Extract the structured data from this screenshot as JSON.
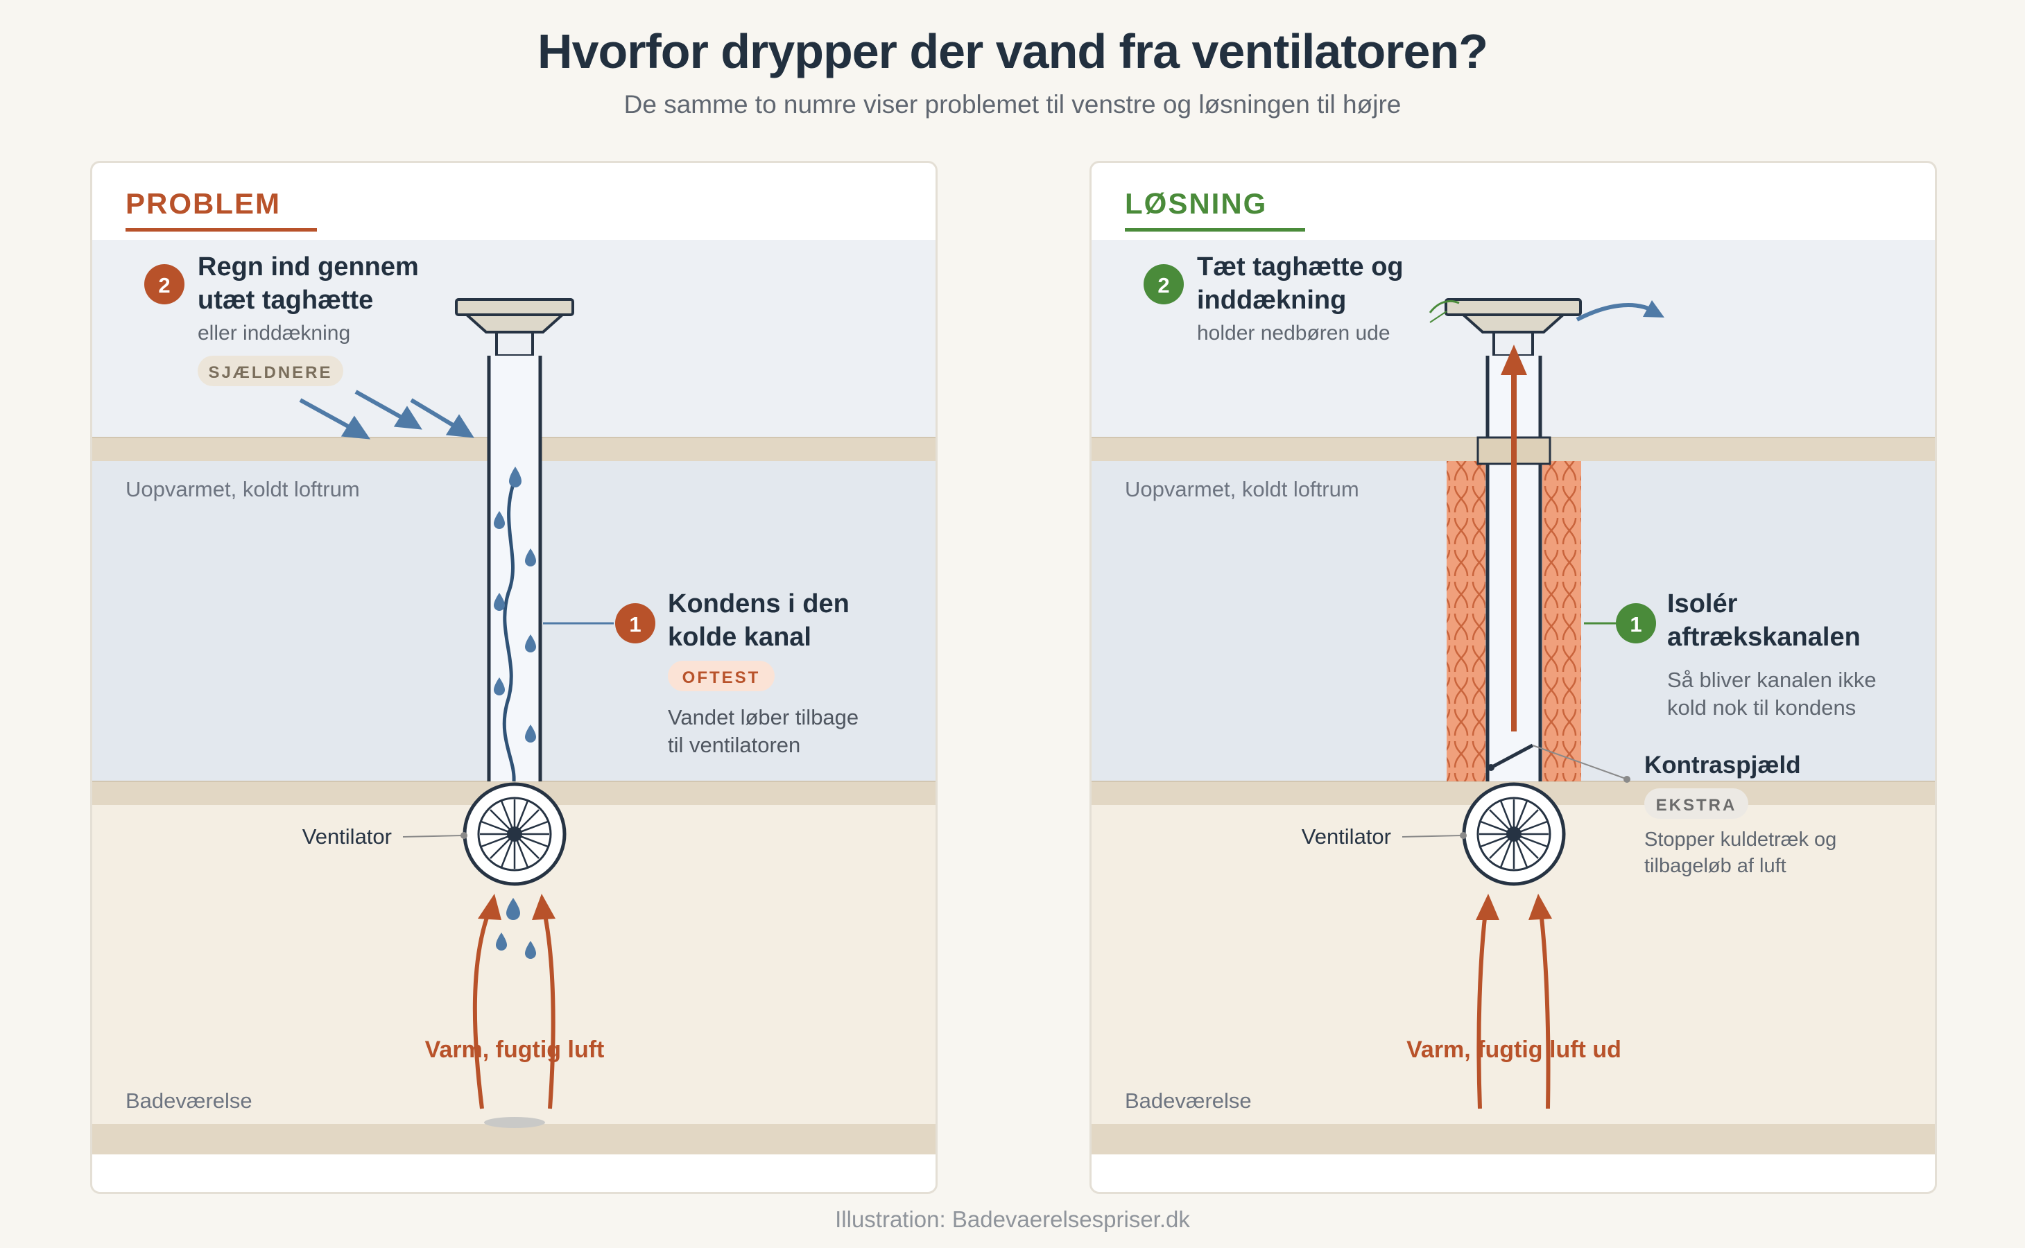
{
  "title": "Hvorfor drypper der vand fra ventilatoren?",
  "subtitle": "De samme to numre viser problemet til venstre og løsningen til højre",
  "footer": "Illustration: Badevaerelsespriser.dk",
  "colors": {
    "problem": "#b8522a",
    "solution": "#4a8b3a",
    "water": "#4f7aa6",
    "sky": "#edf0f4",
    "attic": "#e3e8ee",
    "room": "#f4eee3",
    "floor": "#e2d7c4",
    "insulation": "#f0a07c"
  },
  "left": {
    "heading": "PROBLEM",
    "item2": {
      "number": "2",
      "title_line1": "Regn ind gennem",
      "title_line2": "utæt taghætte",
      "desc": "eller inddækning",
      "badge": "SJÆLDNERE"
    },
    "item1": {
      "number": "1",
      "title_line1": "Kondens i den",
      "title_line2": "kolde kanal",
      "badge": "OFTEST",
      "desc_line1": "Vandet løber tilbage",
      "desc_line2": "til ventilatoren"
    },
    "attic_label": "Uopvarmet, koldt loftrum",
    "ventilator_label": "Ventilator",
    "air_label": "Varm, fugtig luft",
    "room_label": "Badeværelse"
  },
  "right": {
    "heading": "LØSNING",
    "item2": {
      "number": "2",
      "title_line1": "Tæt taghætte og",
      "title_line2": "inddækning",
      "desc": "holder nedbøren ude"
    },
    "item1": {
      "number": "1",
      "title_line1": "Isolér",
      "title_line2": "aftrækskanalen",
      "desc_line1": "Så bliver kanalen ikke",
      "desc_line2": "kold nok til kondens"
    },
    "damper": {
      "title": "Kontraspjæld",
      "badge": "EKSTRA",
      "desc_line1": "Stopper kuldetræk og",
      "desc_line2": "tilbageløb af luft"
    },
    "attic_label": "Uopvarmet, koldt loftrum",
    "ventilator_label": "Ventilator",
    "air_label": "Varm, fugtig luft ud",
    "room_label": "Badeværelse"
  }
}
